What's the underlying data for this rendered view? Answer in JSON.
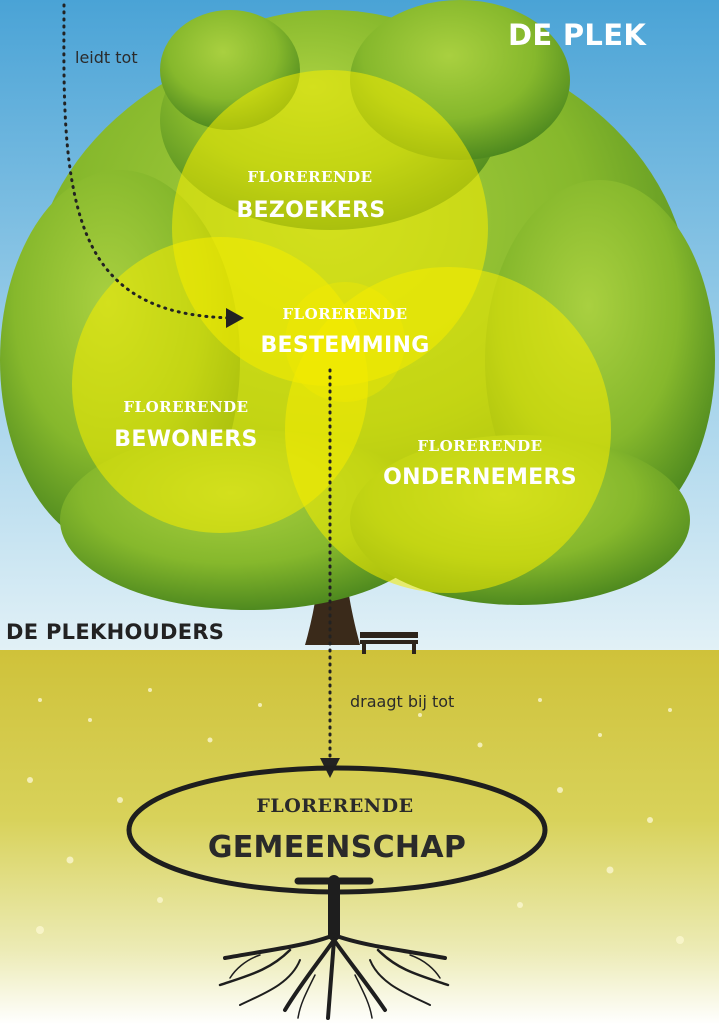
{
  "title": "DE PLEK",
  "arrow_top_label": "leidt tot",
  "arrow_bottom_label": "draagt bij tot",
  "holders_label": "DE PLEKHOUDERS",
  "circles": {
    "bezoekers": {
      "small": "FLORERENDE",
      "big": "BEZOEKERS"
    },
    "bestemming": {
      "small": "FLORERENDE",
      "big": "BESTEMMING"
    },
    "bewoners": {
      "small": "FLORERENDE",
      "big": "BEWONERS"
    },
    "ondernemers": {
      "small": "FLORERENDE",
      "big": "ONDERNEMERS"
    }
  },
  "community": {
    "small": "FLORERENDE",
    "big": "GEMEENSCHAP"
  },
  "colors": {
    "sky_top": "#4fa8d8",
    "sky_bottom": "#d8eef6",
    "foliage": "#7fb52a",
    "circle_fill": "#f3ea00",
    "meadow": "#d9cf3a",
    "ink": "#222222"
  }
}
